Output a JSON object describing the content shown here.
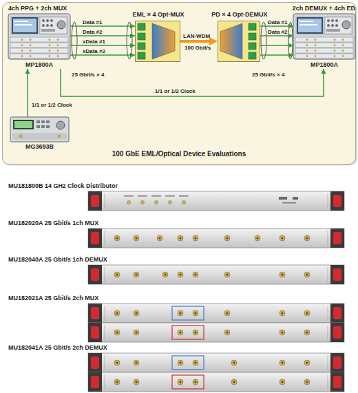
{
  "diagram": {
    "nodes": [
      {
        "text": [
          "100 GbE EML/Optical Device Evaluations"
        ]
      },
      {
        "text": [
          "4ch PPG + 2ch MUX",
          "MP1800A"
        ],
        "in": 0
      },
      {
        "text": [
          "EML × 4 Opt-MUX"
        ],
        "in": 0
      },
      {
        "text": [
          "PD × 4 Opt-DEMUX"
        ],
        "in": 0
      },
      {
        "text": [
          "2ch DEMUX + 4ch ED",
          "MP1800A"
        ],
        "in": 0
      },
      {
        "text": [
          "MG3693B"
        ],
        "in": 0
      },
      {
        "text": [
          "MU181800B 14 GHz Clock Distributor"
        ]
      },
      {
        "text": [
          "MU182020A 25 Gbit/s 1ch MUX"
        ]
      },
      {
        "text": [
          "MU182040A 25 Gbit/s 1ch DEMUX"
        ]
      },
      {
        "text": [
          "MU182021A 25 Gbit/s 2ch MUX"
        ]
      },
      {
        "text": [
          "MU182041A 25 Gbit/s 2ch DEMUX"
        ]
      }
    ],
    "edges": [
      {
        "from": 1,
        "to": 2,
        "label": "Data #1",
        "arrow": "to"
      },
      {
        "from": 1,
        "to": 2,
        "label": "Data #2",
        "arrow": "to"
      },
      {
        "from": 1,
        "to": 2,
        "label": "xData #1",
        "arrow": "to"
      },
      {
        "from": 1,
        "to": 2,
        "label": "xData #2",
        "arrow": "to"
      },
      {
        "from": 2,
        "to": 3,
        "label": "LAN-WDM",
        "arrow": "to"
      },
      {
        "from": 3,
        "to": 4,
        "label": "Data #1",
        "arrow": "to"
      },
      {
        "from": 3,
        "to": 4,
        "label": "Data #2",
        "arrow": "to"
      },
      {
        "from": 3,
        "to": 4,
        "arrow": "to"
      },
      {
        "from": 3,
        "to": 4,
        "arrow": "to"
      },
      {
        "from": 1,
        "to": 4,
        "label": "1/1 or 1/2 Clock",
        "arrow": "to"
      },
      {
        "from": 5,
        "to": 1,
        "label": "1/1 or 1/2 Clock",
        "arrow": "to"
      }
    ],
    "labels": [
      "25 Gbit/s × 4",
      "100 Gbit/s",
      "25 Gbit/s × 4"
    ]
  }
}
